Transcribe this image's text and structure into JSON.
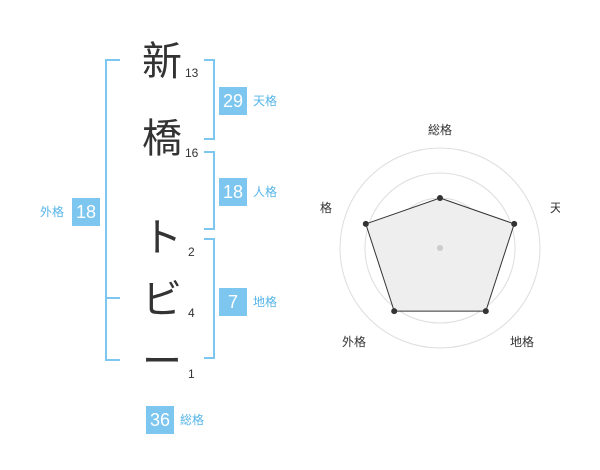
{
  "name": {
    "characters": [
      {
        "char": "新",
        "strokes": "13"
      },
      {
        "char": "橋",
        "strokes": "16"
      },
      {
        "char": "ト",
        "strokes": "2"
      },
      {
        "char": "ビ",
        "strokes": "4"
      },
      {
        "char": "ー",
        "strokes": "1"
      }
    ]
  },
  "fortune": {
    "tenkaku": {
      "value": "29",
      "label": "天格"
    },
    "jinkaku": {
      "value": "18",
      "label": "人格"
    },
    "chikaku": {
      "value": "7",
      "label": "地格"
    },
    "gaikaku": {
      "value": "18",
      "label": "外格"
    },
    "soukaku": {
      "value": "36",
      "label": "総格"
    }
  },
  "radar": {
    "labels": {
      "top": "総格",
      "right": "天格",
      "bottom_right": "地格",
      "bottom_left": "外格",
      "left": "人格"
    },
    "values": {
      "top": 0.5,
      "right": 0.78,
      "bottom_right": 0.78,
      "bottom_left": 0.78,
      "left": 0.78
    },
    "rings": 4
  },
  "colors": {
    "accent": "#7dc6f0",
    "label": "#55b4e8",
    "bracket": "#7dc6f0",
    "text": "#333333"
  }
}
